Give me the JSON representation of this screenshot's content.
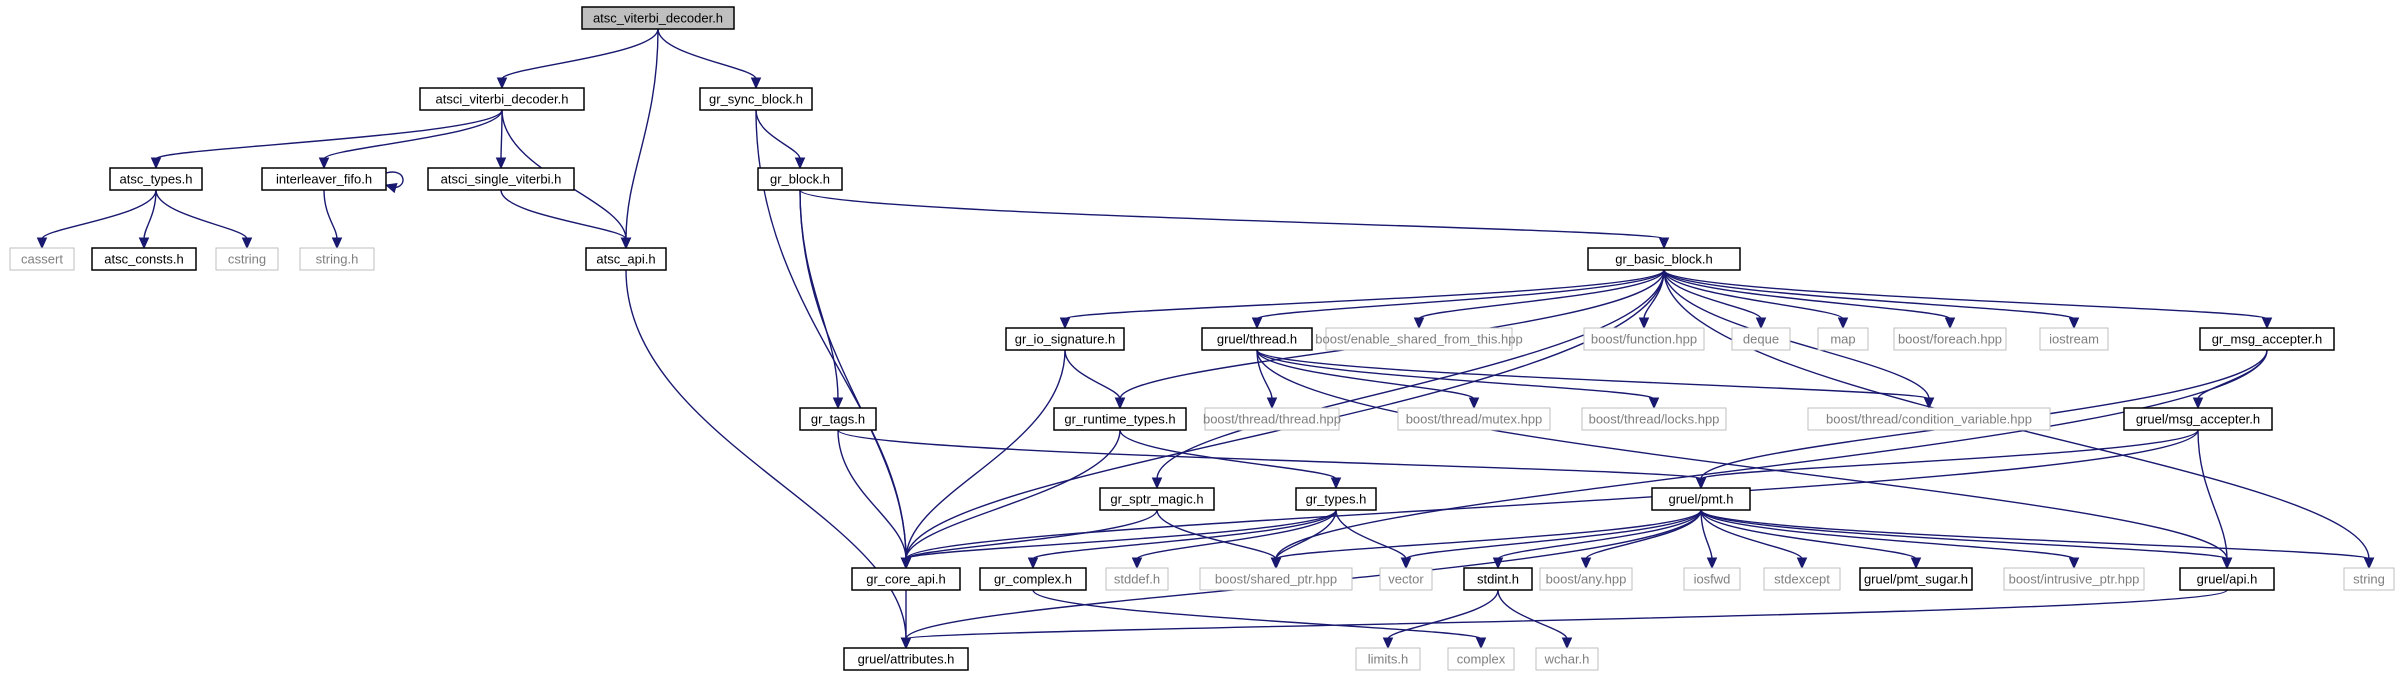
{
  "graph": {
    "nodes": [
      {
        "id": "n0",
        "label": "atsc_viterbi_decoder.h",
        "kind": "root"
      },
      {
        "id": "n1",
        "label": "atsci_viterbi_decoder.h",
        "kind": "internal"
      },
      {
        "id": "n2",
        "label": "gr_sync_block.h",
        "kind": "internal"
      },
      {
        "id": "n3",
        "label": "atsc_types.h",
        "kind": "internal"
      },
      {
        "id": "n4",
        "label": "interleaver_fifo.h",
        "kind": "internal"
      },
      {
        "id": "n5",
        "label": "atsci_single_viterbi.h",
        "kind": "internal"
      },
      {
        "id": "n6",
        "label": "gr_block.h",
        "kind": "internal"
      },
      {
        "id": "n7",
        "label": "cassert",
        "kind": "external"
      },
      {
        "id": "n8",
        "label": "atsc_consts.h",
        "kind": "internal"
      },
      {
        "id": "n9",
        "label": "cstring",
        "kind": "external"
      },
      {
        "id": "n10",
        "label": "string.h",
        "kind": "external"
      },
      {
        "id": "n11",
        "label": "atsc_api.h",
        "kind": "internal"
      },
      {
        "id": "n12",
        "label": "gr_basic_block.h",
        "kind": "internal"
      },
      {
        "id": "n13",
        "label": "gr_io_signature.h",
        "kind": "internal"
      },
      {
        "id": "n14",
        "label": "gruel/thread.h",
        "kind": "internal"
      },
      {
        "id": "n15",
        "label": "boost/enable_shared_from_this.hpp",
        "kind": "external"
      },
      {
        "id": "n16",
        "label": "boost/function.hpp",
        "kind": "external"
      },
      {
        "id": "n17",
        "label": "deque",
        "kind": "external"
      },
      {
        "id": "n18",
        "label": "map",
        "kind": "external"
      },
      {
        "id": "n19",
        "label": "boost/foreach.hpp",
        "kind": "external"
      },
      {
        "id": "n20",
        "label": "iostream",
        "kind": "external"
      },
      {
        "id": "n21",
        "label": "gr_msg_accepter.h",
        "kind": "internal"
      },
      {
        "id": "n22",
        "label": "gr_tags.h",
        "kind": "internal"
      },
      {
        "id": "n23",
        "label": "gr_runtime_types.h",
        "kind": "internal"
      },
      {
        "id": "n24",
        "label": "boost/thread/thread.hpp",
        "kind": "external"
      },
      {
        "id": "n25",
        "label": "boost/thread/mutex.hpp",
        "kind": "external"
      },
      {
        "id": "n26",
        "label": "boost/thread/locks.hpp",
        "kind": "external"
      },
      {
        "id": "n27",
        "label": "boost/thread/condition_variable.hpp",
        "kind": "external"
      },
      {
        "id": "n28",
        "label": "gruel/msg_accepter.h",
        "kind": "internal"
      },
      {
        "id": "n29",
        "label": "gr_sptr_magic.h",
        "kind": "internal"
      },
      {
        "id": "n30",
        "label": "gr_types.h",
        "kind": "internal"
      },
      {
        "id": "n31",
        "label": "gruel/pmt.h",
        "kind": "internal"
      },
      {
        "id": "n32",
        "label": "gr_core_api.h",
        "kind": "internal"
      },
      {
        "id": "n33",
        "label": "gr_complex.h",
        "kind": "internal"
      },
      {
        "id": "n34",
        "label": "stddef.h",
        "kind": "external"
      },
      {
        "id": "n35",
        "label": "boost/shared_ptr.hpp",
        "kind": "external"
      },
      {
        "id": "n36",
        "label": "vector",
        "kind": "external"
      },
      {
        "id": "n37",
        "label": "stdint.h",
        "kind": "internal"
      },
      {
        "id": "n38",
        "label": "boost/any.hpp",
        "kind": "external"
      },
      {
        "id": "n39",
        "label": "iosfwd",
        "kind": "external"
      },
      {
        "id": "n40",
        "label": "stdexcept",
        "kind": "external"
      },
      {
        "id": "n41",
        "label": "gruel/pmt_sugar.h",
        "kind": "internal"
      },
      {
        "id": "n42",
        "label": "boost/intrusive_ptr.hpp",
        "kind": "external"
      },
      {
        "id": "n43",
        "label": "gruel/api.h",
        "kind": "internal"
      },
      {
        "id": "n44",
        "label": "string",
        "kind": "external"
      },
      {
        "id": "n45",
        "label": "gruel/attributes.h",
        "kind": "internal"
      },
      {
        "id": "n46",
        "label": "limits.h",
        "kind": "external"
      },
      {
        "id": "n47",
        "label": "complex",
        "kind": "external"
      },
      {
        "id": "n48",
        "label": "wchar.h",
        "kind": "external"
      }
    ],
    "edges": [
      [
        "n0",
        "n1"
      ],
      [
        "n0",
        "n2"
      ],
      [
        "n0",
        "n11"
      ],
      [
        "n1",
        "n3"
      ],
      [
        "n1",
        "n4"
      ],
      [
        "n1",
        "n5"
      ],
      [
        "n1",
        "n11"
      ],
      [
        "n3",
        "n7"
      ],
      [
        "n3",
        "n8"
      ],
      [
        "n3",
        "n9"
      ],
      [
        "n4",
        "n10"
      ],
      [
        "n4",
        "n4"
      ],
      [
        "n5",
        "n11"
      ],
      [
        "n11",
        "n45"
      ],
      [
        "n2",
        "n6"
      ],
      [
        "n2",
        "n32"
      ],
      [
        "n6",
        "n12"
      ],
      [
        "n6",
        "n22"
      ],
      [
        "n6",
        "n32"
      ],
      [
        "n12",
        "n13"
      ],
      [
        "n12",
        "n14"
      ],
      [
        "n12",
        "n15"
      ],
      [
        "n12",
        "n16"
      ],
      [
        "n12",
        "n17"
      ],
      [
        "n12",
        "n18"
      ],
      [
        "n12",
        "n19"
      ],
      [
        "n12",
        "n20"
      ],
      [
        "n12",
        "n21"
      ],
      [
        "n12",
        "n44"
      ],
      [
        "n12",
        "n23"
      ],
      [
        "n12",
        "n29"
      ],
      [
        "n12",
        "n32"
      ],
      [
        "n12",
        "n27"
      ],
      [
        "n13",
        "n23"
      ],
      [
        "n13",
        "n32"
      ],
      [
        "n14",
        "n24"
      ],
      [
        "n14",
        "n25"
      ],
      [
        "n14",
        "n26"
      ],
      [
        "n14",
        "n27"
      ],
      [
        "n14",
        "n43"
      ],
      [
        "n21",
        "n28"
      ],
      [
        "n21",
        "n31"
      ],
      [
        "n21",
        "n35"
      ],
      [
        "n22",
        "n31"
      ],
      [
        "n22",
        "n32"
      ],
      [
        "n23",
        "n30"
      ],
      [
        "n23",
        "n32"
      ],
      [
        "n28",
        "n31"
      ],
      [
        "n28",
        "n43"
      ],
      [
        "n28",
        "n32"
      ],
      [
        "n29",
        "n32"
      ],
      [
        "n29",
        "n35"
      ],
      [
        "n30",
        "n32"
      ],
      [
        "n30",
        "n33"
      ],
      [
        "n30",
        "n34"
      ],
      [
        "n30",
        "n35"
      ],
      [
        "n30",
        "n36"
      ],
      [
        "n31",
        "n35"
      ],
      [
        "n31",
        "n36"
      ],
      [
        "n31",
        "n37"
      ],
      [
        "n31",
        "n38"
      ],
      [
        "n31",
        "n39"
      ],
      [
        "n31",
        "n40"
      ],
      [
        "n31",
        "n41"
      ],
      [
        "n31",
        "n42"
      ],
      [
        "n31",
        "n43"
      ],
      [
        "n31",
        "n44"
      ],
      [
        "n31",
        "n45"
      ],
      [
        "n32",
        "n45"
      ],
      [
        "n33",
        "n47"
      ],
      [
        "n37",
        "n46"
      ],
      [
        "n37",
        "n48"
      ],
      [
        "n43",
        "n45"
      ]
    ]
  },
  "colors": {
    "edge": "#191970",
    "root_fill": "#bfbfbf",
    "internal_border": "#000000",
    "external_border": "#bfbfbf",
    "external_text": "#7f7f7f"
  }
}
